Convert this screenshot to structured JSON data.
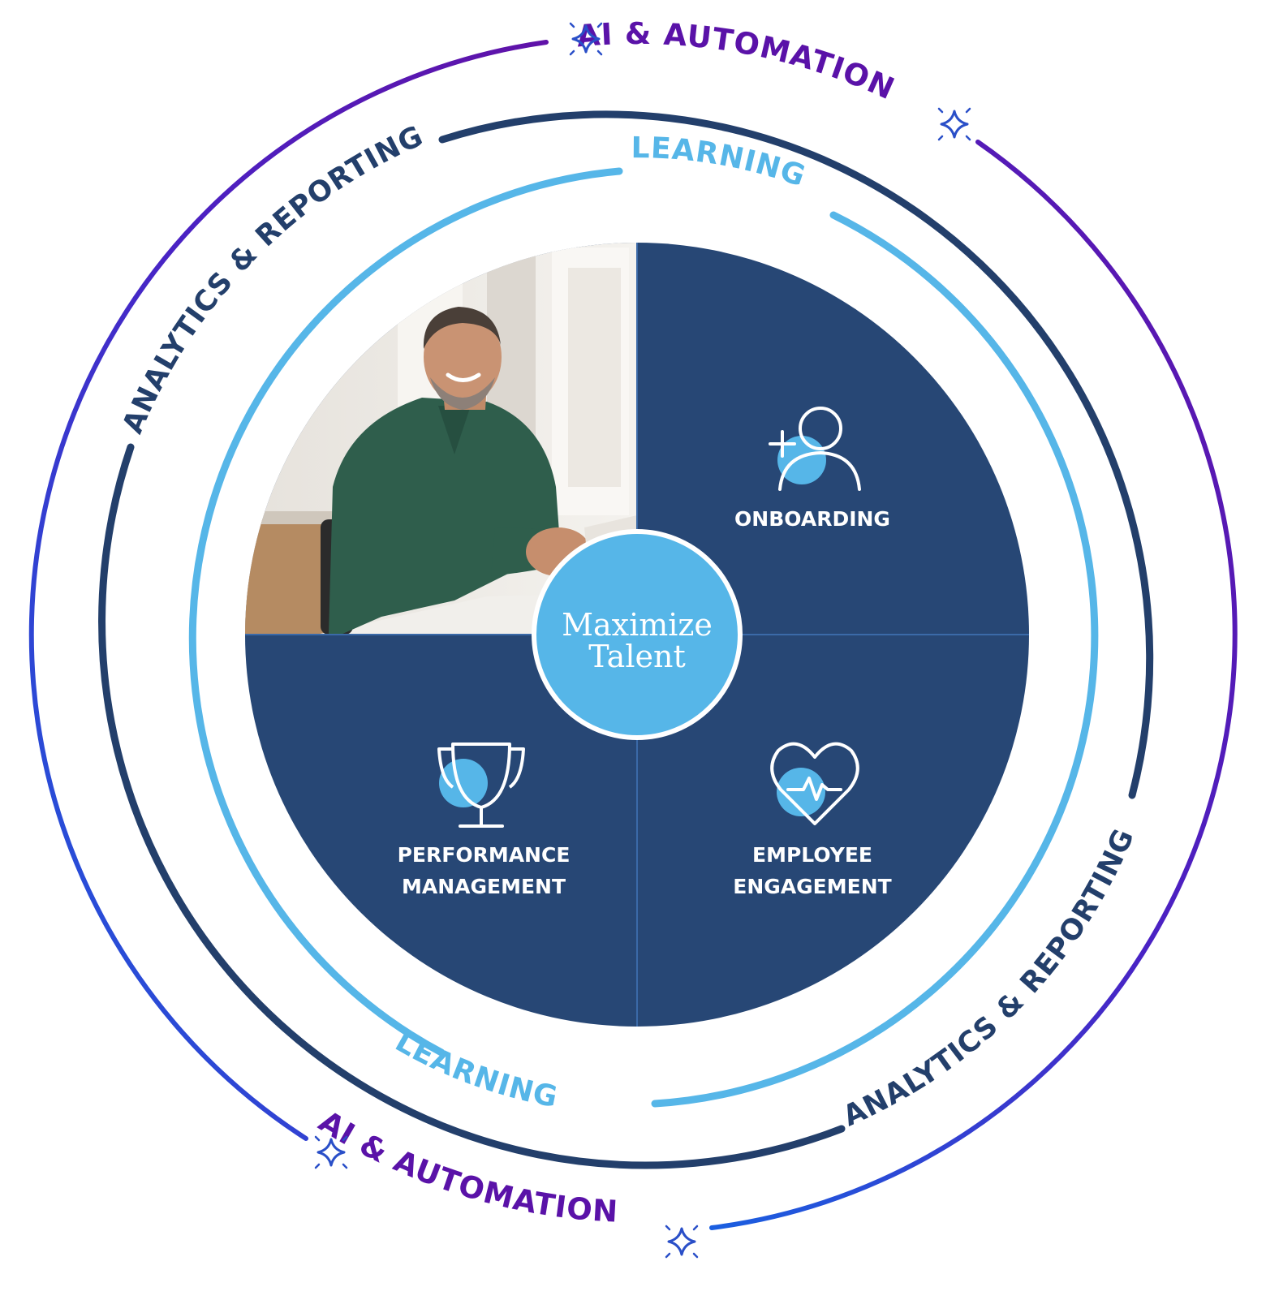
{
  "center": {
    "line1": "Maximize",
    "line2": "Talent"
  },
  "rings": {
    "outer": {
      "label": "AI & AUTOMATION"
    },
    "middle": {
      "label": "ANALYTICS & REPORTING"
    },
    "inner": {
      "label": "LEARNING"
    }
  },
  "quadrants": {
    "onboarding": {
      "line1": "ONBOARDING",
      "icon": "add-user-icon"
    },
    "performance": {
      "line1": "PERFORMANCE",
      "line2": "MANAGEMENT",
      "icon": "trophy-icon"
    },
    "engagement": {
      "line1": "EMPLOYEE",
      "line2": "ENGAGEMENT",
      "icon": "heart-pulse-icon"
    }
  },
  "photo": {
    "icon": "photo-smiling-man-handshake"
  },
  "colors": {
    "navy": "#274775",
    "dark_ring": "#233f6b",
    "light_blue": "#56b6e8",
    "purple": "#5a12a8",
    "outer_blue": "#1d5fdc",
    "white": "#ffffff"
  }
}
